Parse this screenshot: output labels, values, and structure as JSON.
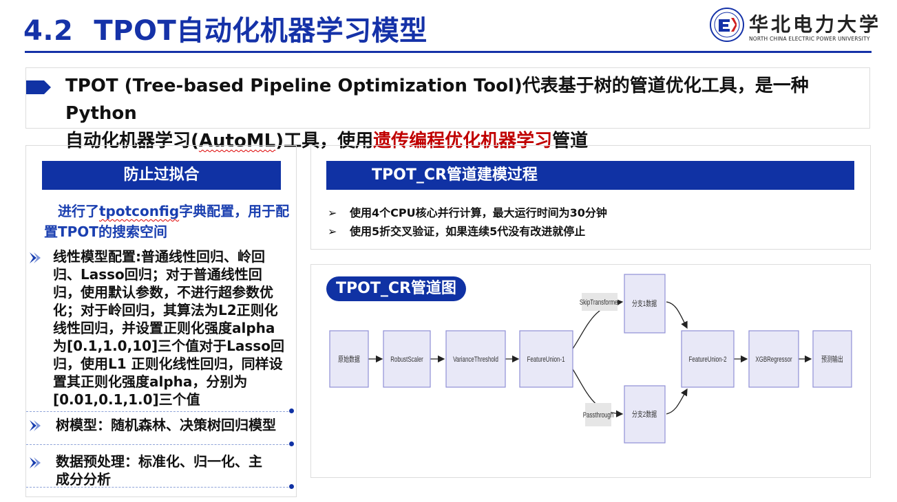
{
  "header": {
    "number": "4.2",
    "title": "TPOT自动化机器学习模型",
    "logo_cn": "华北电力大学",
    "logo_en": "NORTH CHINA ELECTRIC POWER UNIVERSITY"
  },
  "intro": {
    "line1": "TPOT (Tree-based Pipeline Optimization Tool)代表基于树的管道优化工具，是一种 Python",
    "line2_a": "自动化机器学习(",
    "line2_b": "AutoML",
    "line2_c": ")工具，使用",
    "line2_highlight": "遗传编程优化机器学习",
    "line2_d": "管道"
  },
  "left_panel": {
    "header": "防止过拟合",
    "intro_a": "进行了",
    "intro_b": "tpotconfig",
    "intro_c": "字典配置，用于配置TPOT的搜索空间",
    "bullets": [
      "线性模型配置:普通线性回归、岭回归、Lasso回归；对于普通线性回归，使用默认参数，不进行超参数优化；对于岭回归，其算法为L2正则化线性回归，并设置正则化强度alpha为[0.1,1.0,10]三个值对于Lasso回归，使用L1 正则化线性回归，同样设置其正则化强度alpha，分别为[0.01,0.1,1.0]三个值",
      "树模型：随机森林、决策树回归模型",
      "数据预处理：标准化、归一化、主成分分析"
    ]
  },
  "right_top": {
    "header": "TPOT_CR管道建模过程",
    "marker": "➢",
    "items": [
      "使用4个CPU核心并行计算，最大运行时间为30分钟",
      "使用5折交叉验证，如果连续5代没有改进就停止"
    ]
  },
  "right_bottom": {
    "pill": "TPOT_CR管道图",
    "nodes": {
      "raw": "原始数据",
      "robust": "RobustScaler",
      "variance": "VarianceThreshold",
      "fu1": "FeatureUnion-1",
      "branch1": "分支1数据",
      "branch2": "分支2数据",
      "fu2": "FeatureUnion-2",
      "xgb": "XGBRegressor",
      "out": "预测输出"
    },
    "edge_labels": {
      "skip": "SkipTransformer",
      "pass": "Passthrough"
    }
  },
  "colors": {
    "primary_blue": "#1532a8",
    "header_blue": "#1032a4",
    "highlight_red": "#c00000",
    "node_fill": "#e8e8f7",
    "node_border": "#8f8fd6"
  }
}
